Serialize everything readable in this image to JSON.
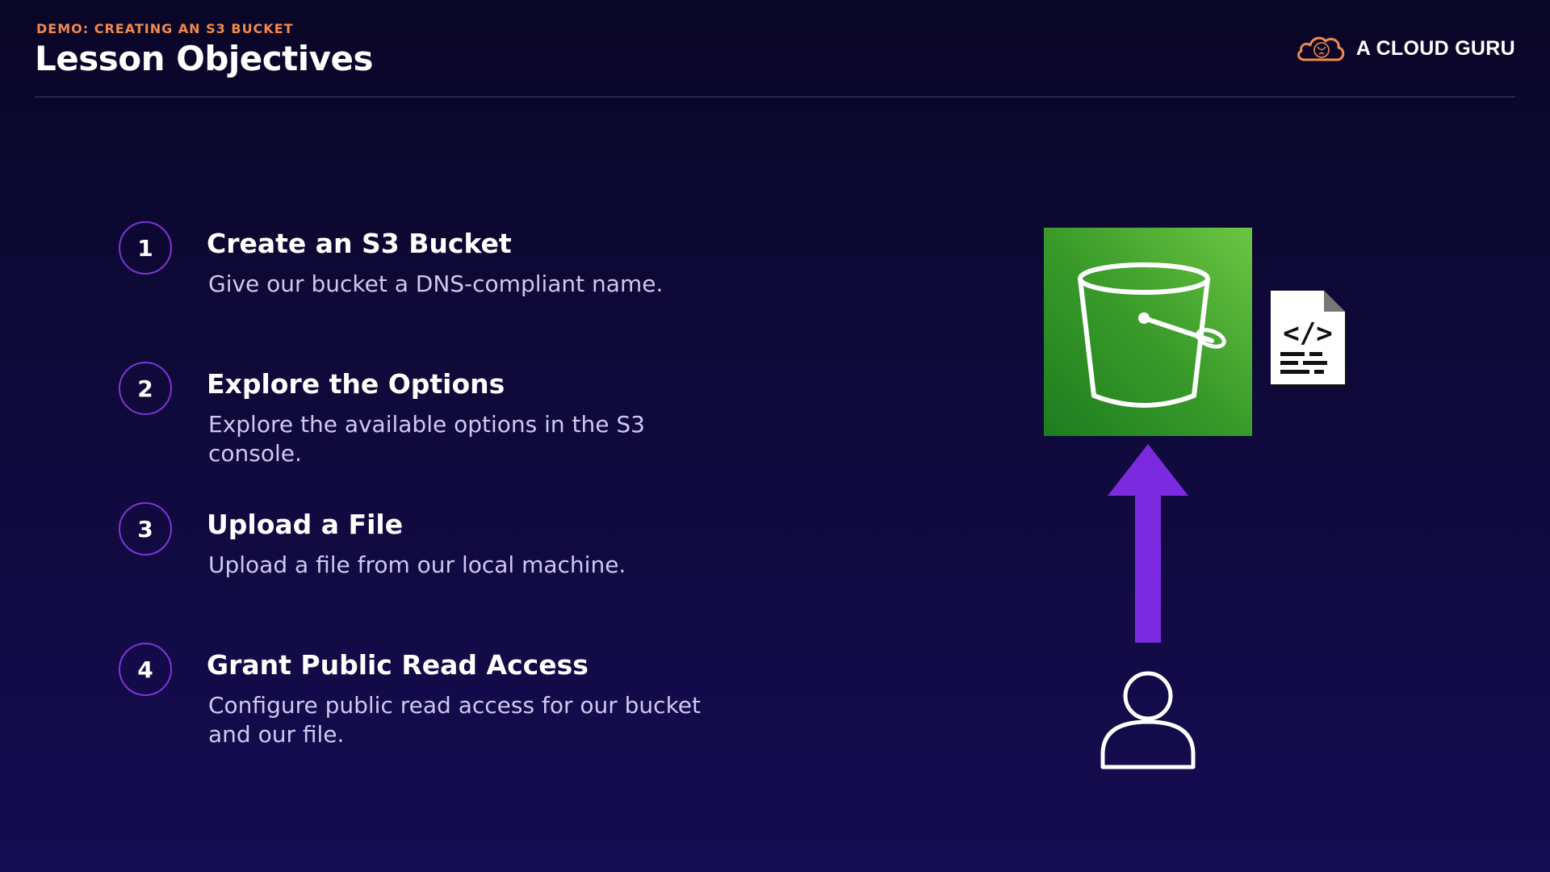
{
  "header": {
    "subtitle": "DEMO: CREATING AN S3 BUCKET",
    "title": "Lesson Objectives",
    "brand_name": "A CLOUD GURU",
    "brand_icon": "cloud-logo-icon"
  },
  "objectives": [
    {
      "number": "1",
      "title": "Create an S3 Bucket",
      "description": "Give our bucket a DNS-compliant name."
    },
    {
      "number": "2",
      "title": "Explore the Options",
      "description": "Explore the available options in the S3 console."
    },
    {
      "number": "3",
      "title": "Upload a File",
      "description": "Upload a file from our local machine."
    },
    {
      "number": "4",
      "title": "Grant Public Read Access",
      "description": "Configure public read access for our bucket and our file."
    }
  ],
  "diagram": {
    "bucket_icon": "s3-bucket-icon",
    "file_icon": "code-file-icon",
    "arrow_icon": "upload-arrow-icon",
    "user_icon": "user-icon",
    "file_glyph": "</>"
  },
  "colors": {
    "accent_orange": "#f2894b",
    "accent_purple": "#7b35d8",
    "s3_green": "#3a9b2a",
    "background": "#0f0a3a"
  }
}
